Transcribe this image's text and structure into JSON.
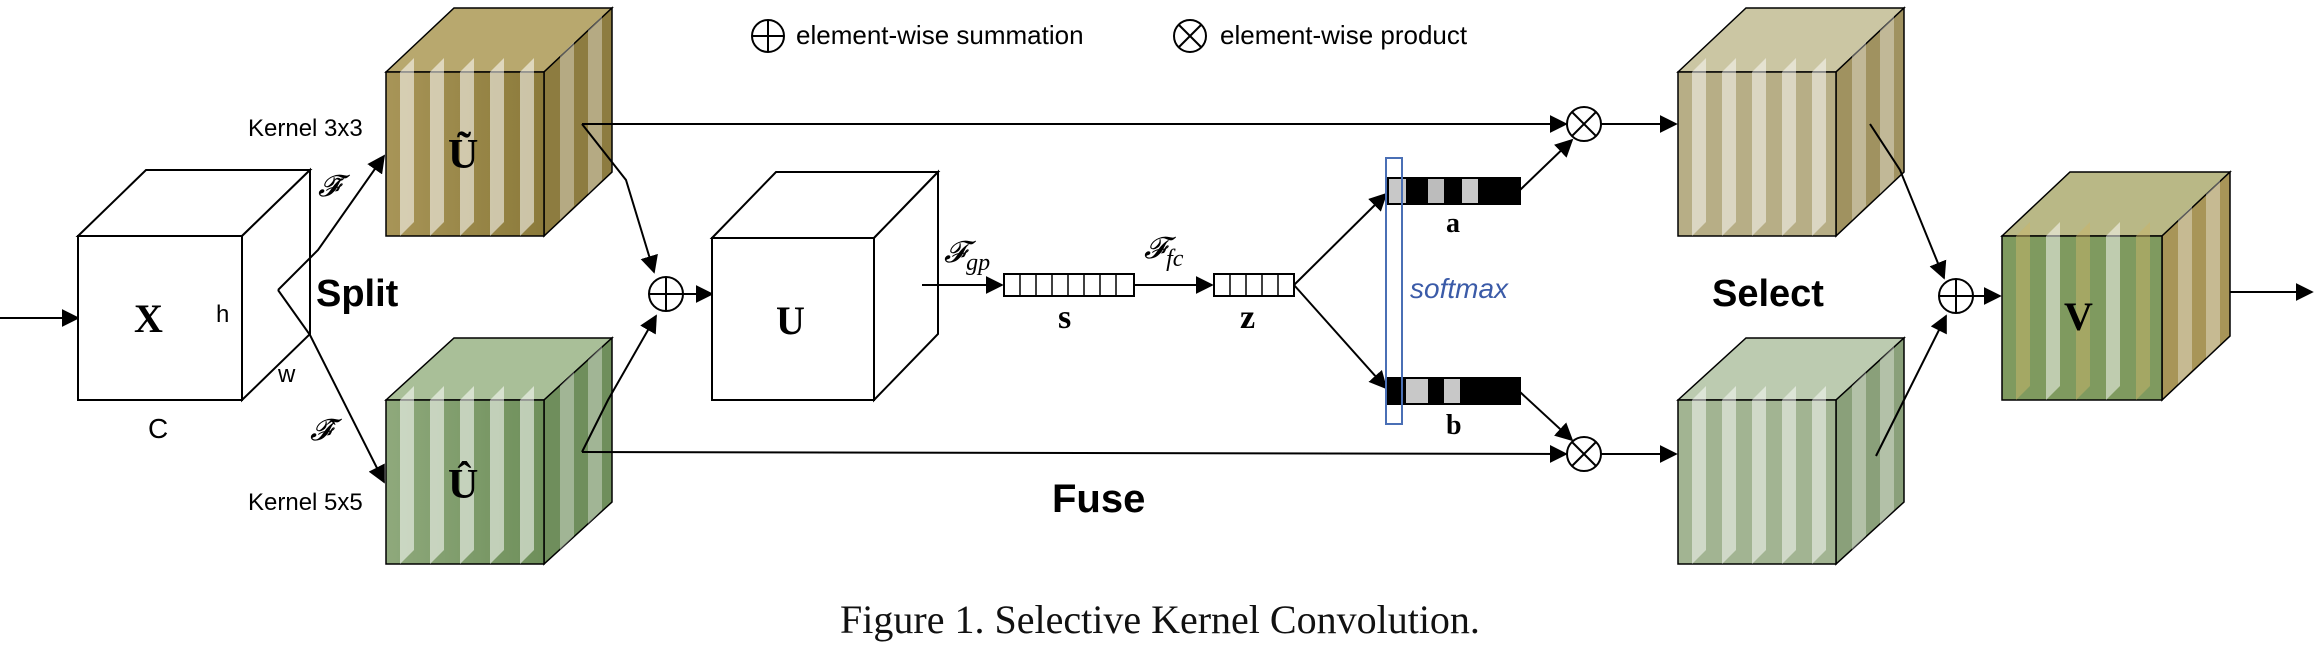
{
  "legend": {
    "sum_label": "element-wise summation",
    "product_label": "element-wise product"
  },
  "labels": {
    "kernel_3x3": "Kernel 3x3",
    "kernel_5x5": "Kernel 5x5",
    "split": "Split",
    "fuse": "Fuse",
    "select": "Select",
    "softmax": "softmax",
    "f_tilde": "𝓕̃",
    "f_hat": "𝓕̂",
    "f_gp_main": "𝓕",
    "f_gp_sub": "gp",
    "f_fc_main": "𝓕",
    "f_fc_sub": "fc"
  },
  "nodes": {
    "x": "X",
    "x_dim_h": "h",
    "x_dim_w": "w",
    "x_dim_c": "C",
    "u_tilde": "Ũ",
    "u_hat": "Û",
    "u": "U",
    "s": "s",
    "z": "z",
    "a": "a",
    "b": "b",
    "v": "V"
  },
  "caption": "Figure 1. Selective Kernel Convolution.",
  "colors": {
    "branch_3x3": "#8b7a3a",
    "branch_5x5": "#6e8f5a",
    "softmax_box": "#4a6fb5",
    "softmax_text": "#3b5ba8",
    "line": "#000000"
  }
}
